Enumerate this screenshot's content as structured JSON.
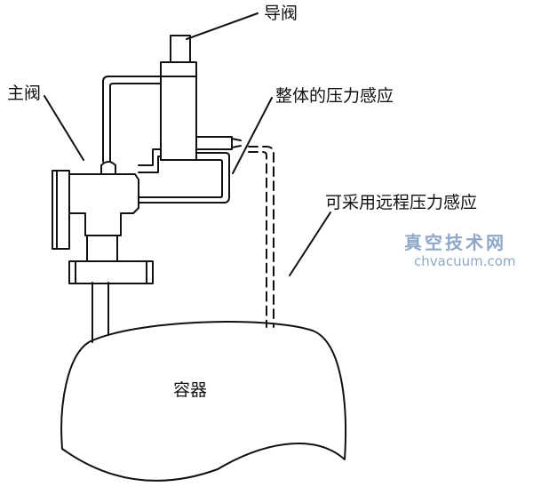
{
  "labels": {
    "pilot_valve": "导阀",
    "main_valve": "主阀",
    "integral_sensing": "整体的压力感应",
    "remote_sensing": "可采用远程压力感应",
    "vessel": "容器"
  },
  "watermark": {
    "cn": "真空技术网",
    "en": "chvacuum.com"
  }
}
